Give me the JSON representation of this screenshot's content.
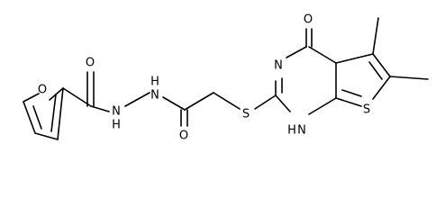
{
  "atoms": {
    "o_furan": "O",
    "o_carbonyl_1": "O",
    "nh_1": "N",
    "h_1": "H",
    "nh_2": "N",
    "h_2": "H",
    "o_carbonyl_2": "O",
    "s_thioether": "S",
    "o_carbonyl_3": "O",
    "n_ring": "N",
    "nh_ring_h": "H",
    "nh_ring_n": "N",
    "s_thiophene": "S"
  }
}
